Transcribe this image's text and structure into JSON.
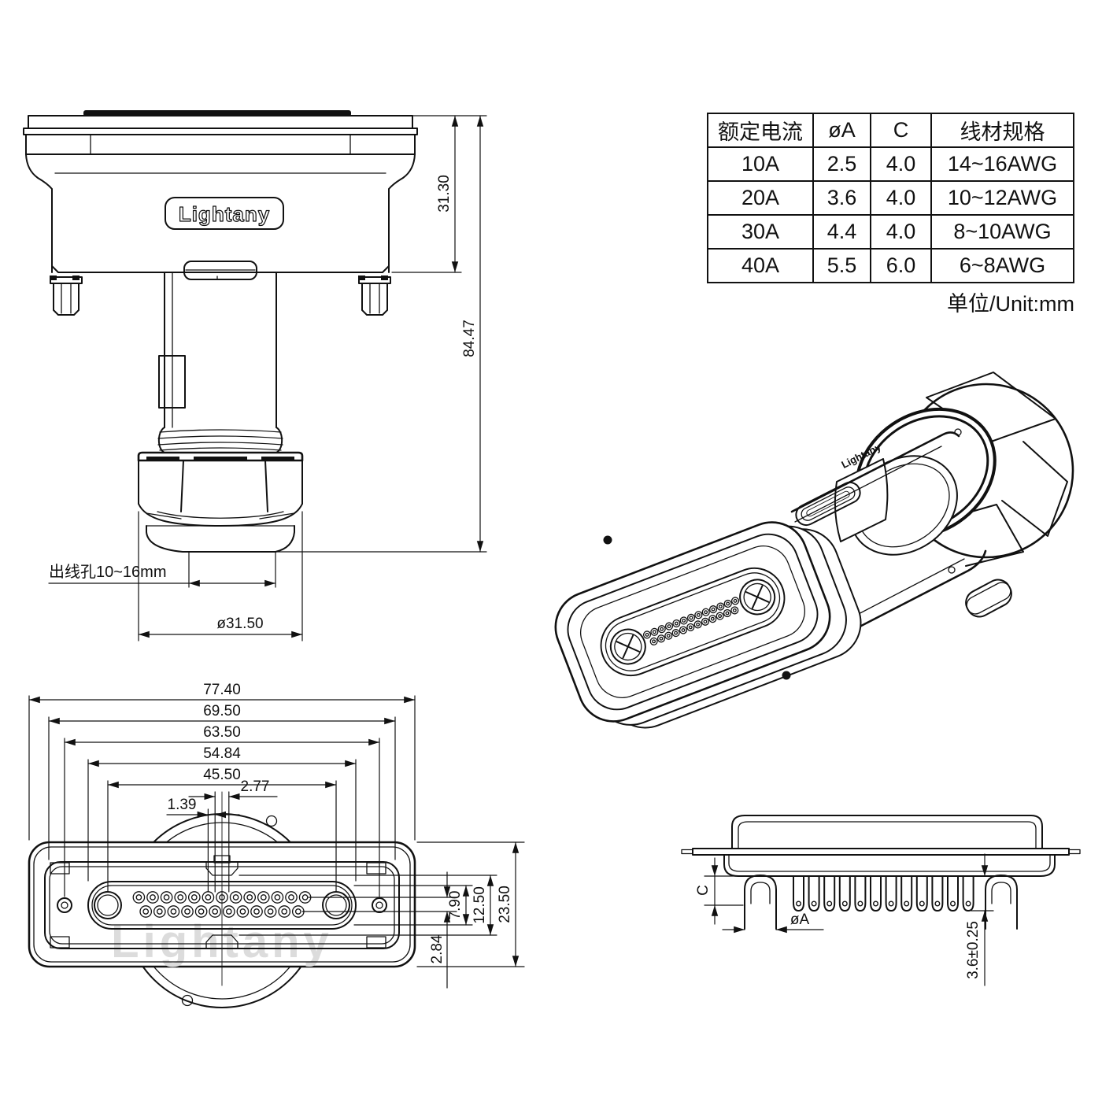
{
  "brand": {
    "logo": "Lightany",
    "emboss": "Lightany",
    "watermark": "Lightany"
  },
  "table": {
    "headers": [
      "额定电流",
      "øA",
      "C",
      "线材规格"
    ],
    "rows": [
      [
        "10A",
        "2.5",
        "4.0",
        "14~16AWG"
      ],
      [
        "20A",
        "3.6",
        "4.0",
        "10~12AWG"
      ],
      [
        "30A",
        "4.4",
        "4.0",
        "8~10AWG"
      ],
      [
        "40A",
        "5.5",
        "6.0",
        "6~8AWG"
      ]
    ],
    "unit_note": "单位/Unit:mm"
  },
  "front_view": {
    "hood_height": "31.30",
    "total_height": "84.47",
    "cable_hole_note": "出线孔10~16mm",
    "gland_diameter": "ø31.50"
  },
  "face_view": {
    "overall_width": "77.40",
    "flange_width": "69.50",
    "hole_spacing": "63.50",
    "insert_width": "54.84",
    "power_contact_spacing": "45.50",
    "pin_pitch": "2.77",
    "row_offset": "1.39",
    "insert_height": "7.90",
    "opening_height": "12.50",
    "overall_height": "23.50",
    "row_spacing": "2.84"
  },
  "side_view": {
    "dim_c": "C",
    "dim_a": "øA",
    "pin_length": "3.6±0.25"
  }
}
